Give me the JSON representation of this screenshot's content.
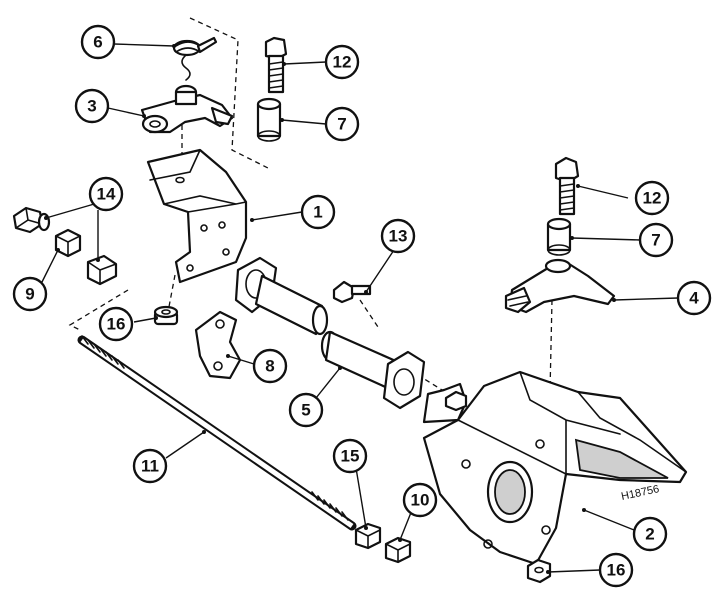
{
  "drawing_ref": "H18756",
  "callouts": [
    {
      "label": "1"
    },
    {
      "label": "2"
    },
    {
      "label": "3"
    },
    {
      "label": "4"
    },
    {
      "label": "5"
    },
    {
      "label": "6"
    },
    {
      "label": "7"
    },
    {
      "label": "7"
    },
    {
      "label": "8"
    },
    {
      "label": "9"
    },
    {
      "label": "10"
    },
    {
      "label": "11"
    },
    {
      "label": "12"
    },
    {
      "label": "12"
    },
    {
      "label": "13"
    },
    {
      "label": "14"
    },
    {
      "label": "15"
    },
    {
      "label": "16"
    },
    {
      "label": "16"
    }
  ]
}
